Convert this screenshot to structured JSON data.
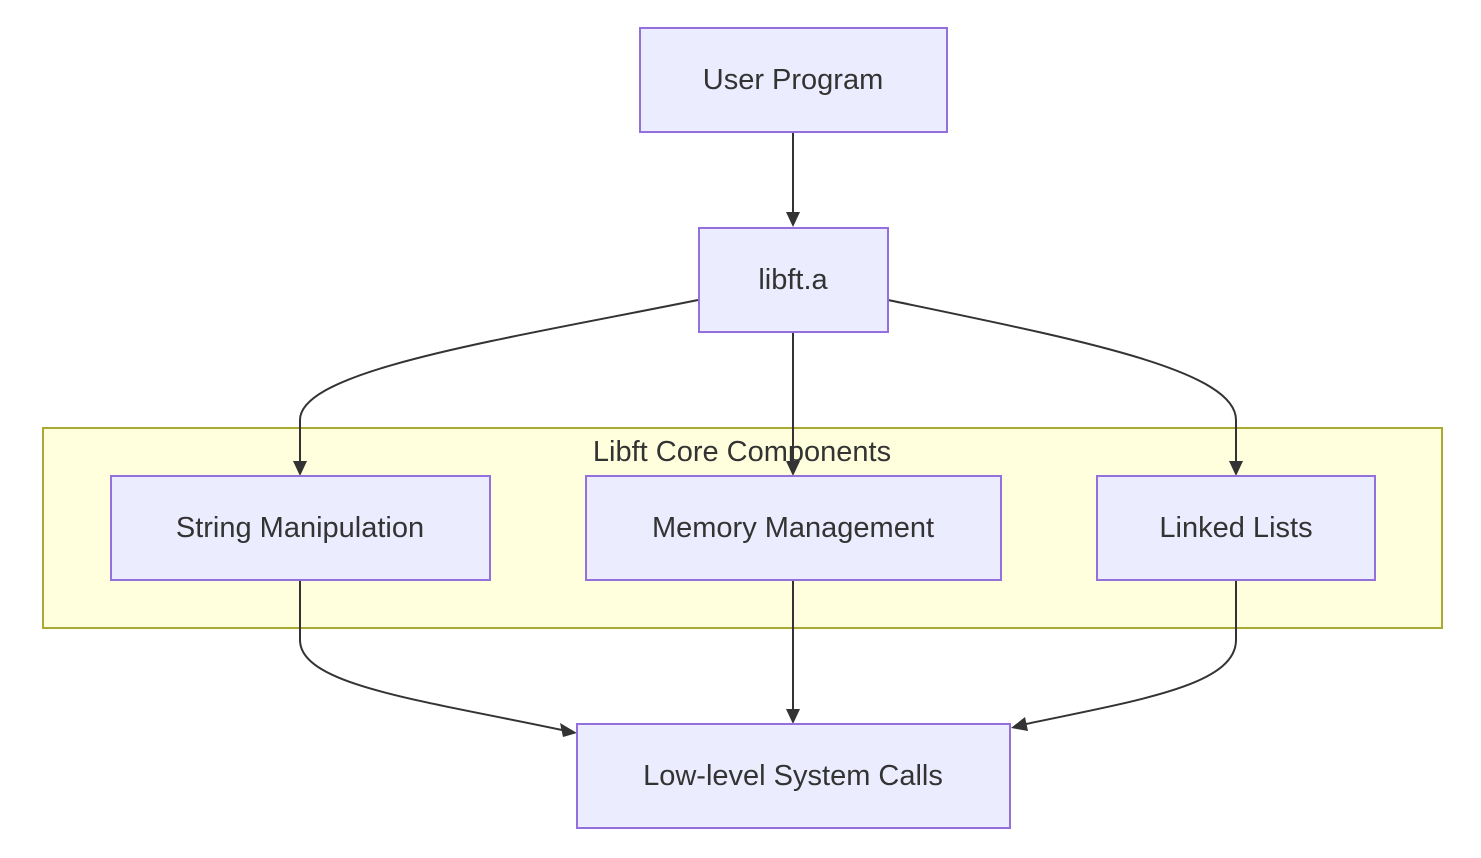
{
  "diagram": {
    "type": "flowchart",
    "colors": {
      "node_fill": "#ececff",
      "node_stroke": "#9370db",
      "cluster_fill": "#ffffde",
      "cluster_stroke": "#aaaa33",
      "edge": "#333333",
      "text": "#333333"
    },
    "cluster": {
      "label": "Libft Core Components"
    },
    "nodes": {
      "user_program": "User Program",
      "libft": "libft.a",
      "string_manipulation": "String Manipulation",
      "memory_management": "Memory Management",
      "linked_lists": "Linked Lists",
      "system_calls": "Low-level System Calls"
    },
    "edges": [
      {
        "from": "User Program",
        "to": "libft.a"
      },
      {
        "from": "libft.a",
        "to": "String Manipulation"
      },
      {
        "from": "libft.a",
        "to": "Memory Management"
      },
      {
        "from": "libft.a",
        "to": "Linked Lists"
      },
      {
        "from": "String Manipulation",
        "to": "Low-level System Calls"
      },
      {
        "from": "Memory Management",
        "to": "Low-level System Calls"
      },
      {
        "from": "Linked Lists",
        "to": "Low-level System Calls"
      }
    ]
  }
}
